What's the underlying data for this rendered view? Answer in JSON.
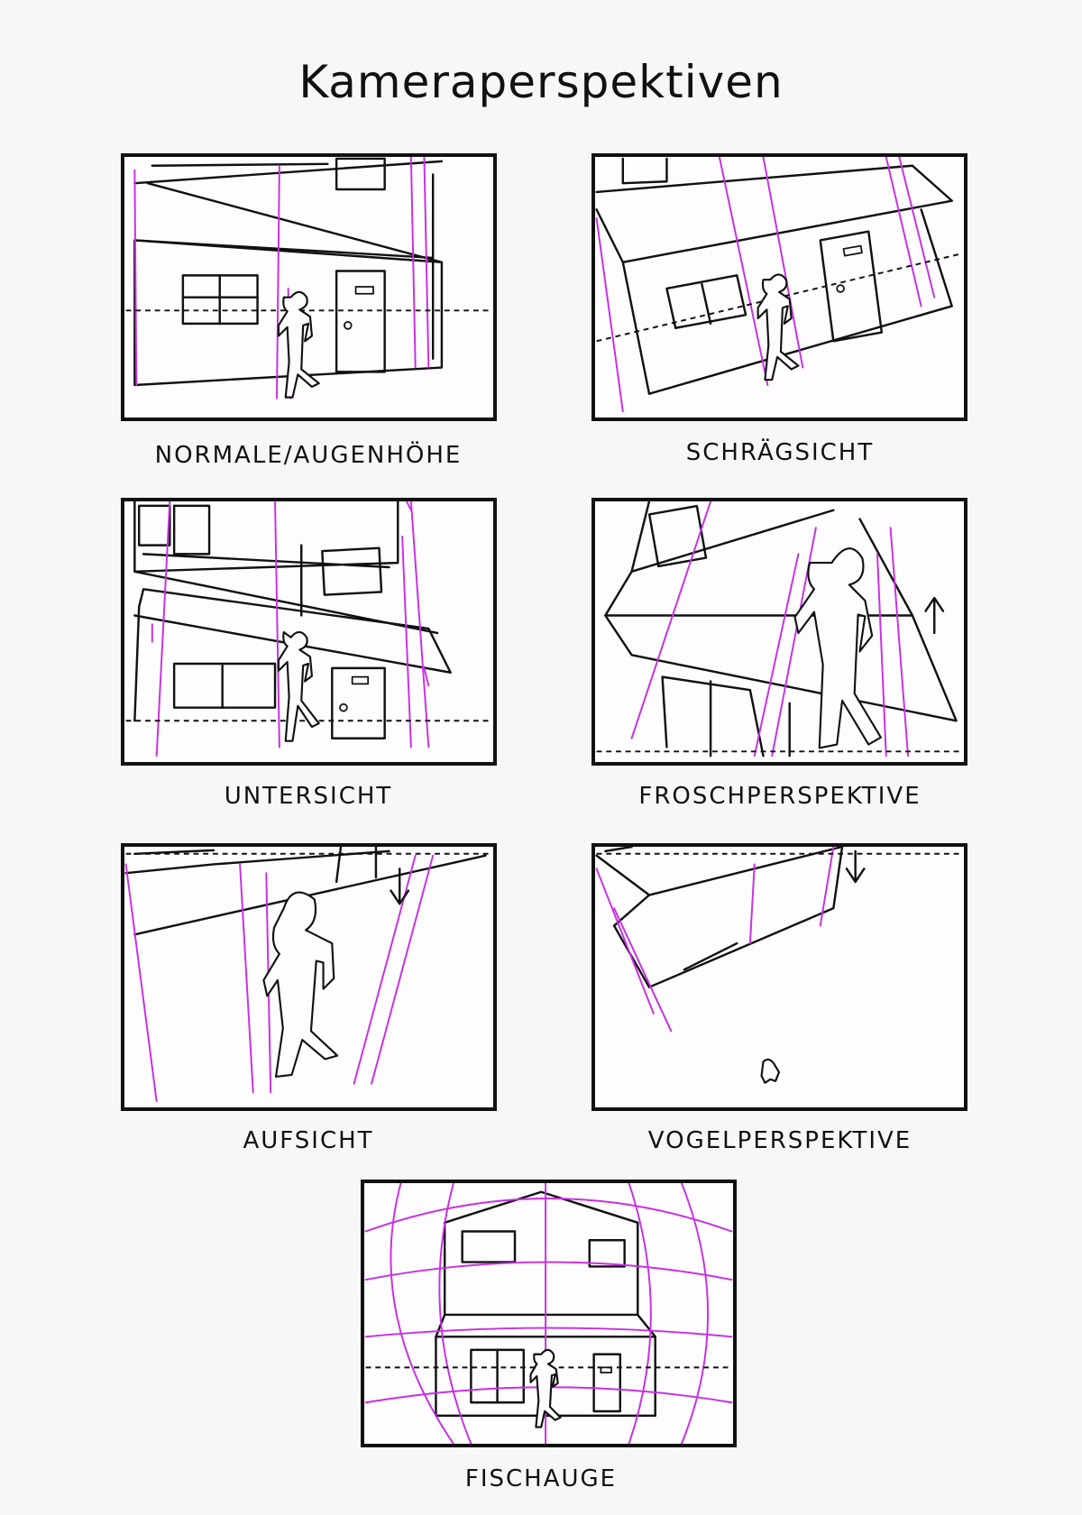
{
  "title": "Kameraperspektiven",
  "panels": [
    {
      "id": "normal",
      "label": "NORMALE/AUGENHÖHE"
    },
    {
      "id": "schraeg",
      "label": "SCHRÄGSICHT"
    },
    {
      "id": "unter",
      "label": "UNTERSICHT"
    },
    {
      "id": "frosch",
      "label": "FROSCHPERSPEKTIVE"
    },
    {
      "id": "auf",
      "label": "AUFSICHT"
    },
    {
      "id": "vogel",
      "label": "VOGELPERSPEKTIVE"
    },
    {
      "id": "fisch",
      "label": "FISCHAUGE"
    }
  ],
  "colors": {
    "ink": "#111111",
    "perspective_lines": "#c82ee6",
    "paper": "#f7f7f7"
  }
}
